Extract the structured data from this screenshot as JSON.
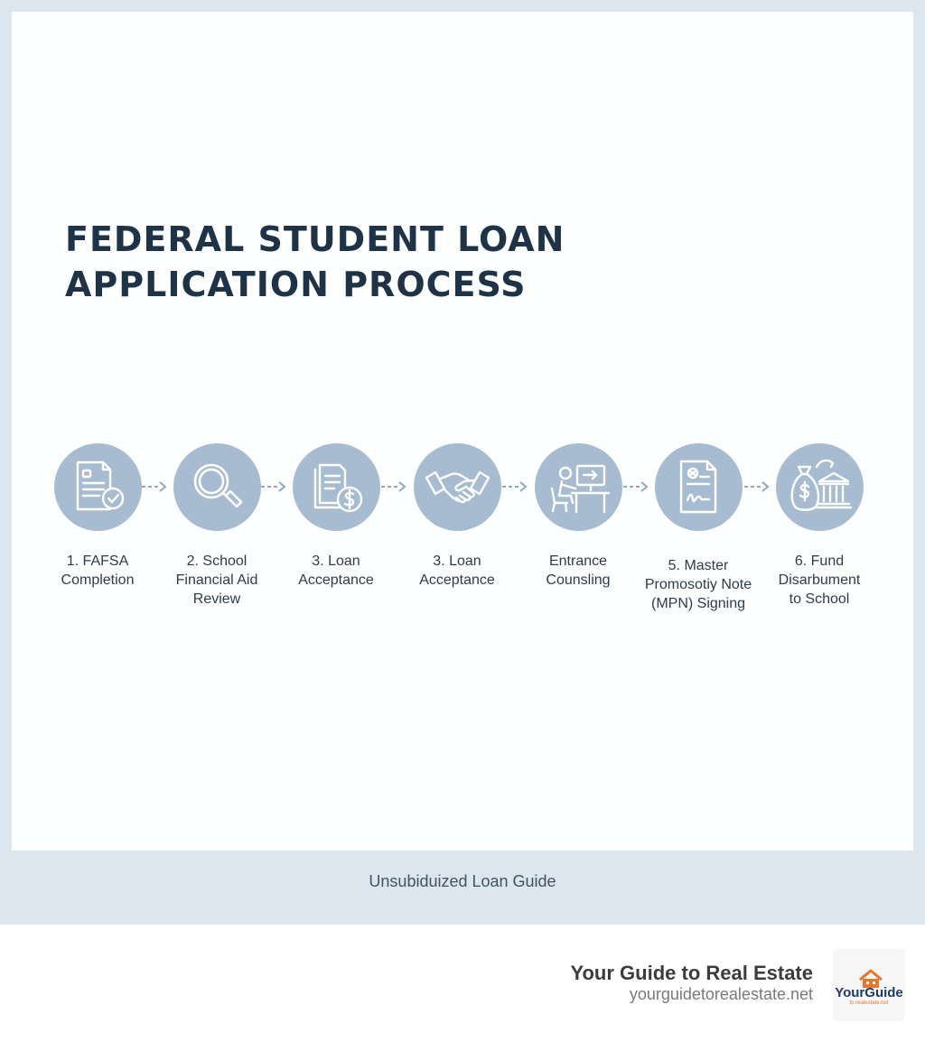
{
  "title": {
    "line1": "FEDERAL STUDENT LOAN",
    "line2": "APPLICATION PROCESS"
  },
  "steps": [
    {
      "icon": "document-check-icon",
      "lines": [
        "1. FAFSA",
        "Completion"
      ]
    },
    {
      "icon": "magnifier-icon",
      "lines": [
        "2. School",
        "Financial Aid",
        "Review"
      ]
    },
    {
      "icon": "document-dollar-icon",
      "lines": [
        "3. Loan",
        "Acceptance"
      ]
    },
    {
      "icon": "handshake-icon",
      "lines": [
        "3. Loan",
        "Acceptance"
      ]
    },
    {
      "icon": "person-at-computer-icon",
      "lines": [
        "Entrance",
        "Counsling"
      ]
    },
    {
      "icon": "signed-document-icon",
      "lines": [
        "5. Master",
        "Promosotiy Note",
        "(MPN) Signing"
      ]
    },
    {
      "icon": "money-bag-bank-icon",
      "lines": [
        "6. Fund",
        "Disarbument",
        "to School"
      ]
    }
  ],
  "footer": {
    "caption": "Unsubiduized Loan Guide"
  },
  "brand": {
    "name": "Your Guide to Real Estate",
    "url": "yourguidetorealestate.net",
    "logo_text": "YourGuide",
    "logo_subtext": "to realestate.net"
  },
  "colors": {
    "title": "#1f3347",
    "circle": "#a7bcd1",
    "frame": "#dce6ee",
    "arrow": "#8fa7bf",
    "logo_orange": "#e8772e",
    "logo_navy": "#1f3a5f"
  }
}
